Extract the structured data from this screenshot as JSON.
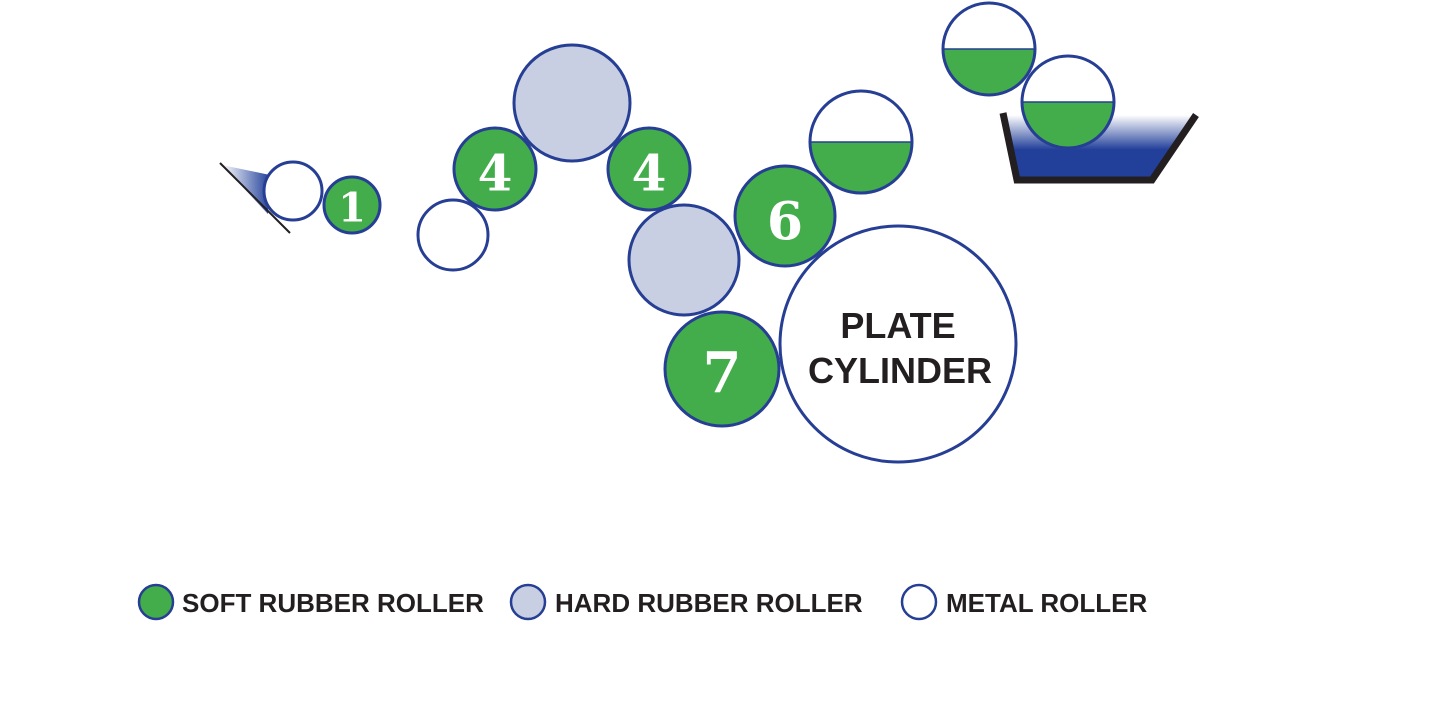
{
  "colors": {
    "soft_rubber": "#42ad4a",
    "hard_rubber": "#c8cfe2",
    "metal": "#ffffff",
    "outline": "#263e93",
    "fountain_ink": "#22409a",
    "text": "#231f20"
  },
  "rollers": {
    "r1": {
      "label": "1"
    },
    "r4a": {
      "label": "4"
    },
    "r4b": {
      "label": "4"
    },
    "r6": {
      "label": "6"
    },
    "r7": {
      "label": "7"
    }
  },
  "plate_cylinder": {
    "line1": "PLATE",
    "line2": "CYLINDER"
  },
  "legend": {
    "soft": "SOFT RUBBER ROLLER",
    "hard": "HARD RUBBER ROLLER",
    "metal": "METAL ROLLER"
  }
}
